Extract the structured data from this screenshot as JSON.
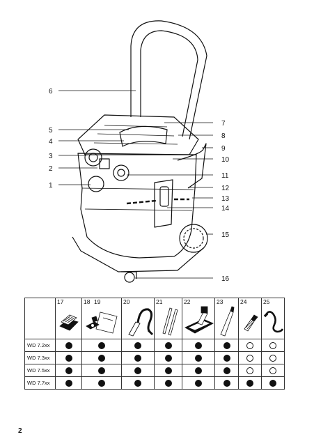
{
  "figure": {
    "callouts": [
      "1",
      "2",
      "3",
      "4",
      "5",
      "6",
      "7",
      "8",
      "9",
      "10",
      "11",
      "12",
      "13",
      "14",
      "15",
      "16"
    ]
  },
  "table": {
    "columns": [
      {
        "number": "17",
        "icon": "filter-cassette-icon"
      },
      {
        "number": "18",
        "number2": "19",
        "icon": "filter-bag-icon"
      },
      {
        "number": "20",
        "icon": "suction-hose-icon"
      },
      {
        "number": "21",
        "icon": "suction-tubes-icon"
      },
      {
        "number": "22",
        "icon": "floor-nozzle-icon"
      },
      {
        "number": "23",
        "icon": "crevice-nozzle-icon"
      },
      {
        "number": "24",
        "icon": "adapter-icon"
      },
      {
        "number": "25",
        "icon": "electric-tool-hose-icon"
      }
    ],
    "rows": [
      {
        "model": "WD 7.2xx",
        "included": [
          true,
          true,
          true,
          true,
          true,
          true,
          false,
          false
        ]
      },
      {
        "model": "WD 7.3xx",
        "included": [
          true,
          true,
          true,
          true,
          true,
          true,
          false,
          false
        ]
      },
      {
        "model": "WD 7.5xx",
        "included": [
          true,
          true,
          true,
          true,
          true,
          true,
          false,
          false
        ]
      },
      {
        "model": "WD 7.7xx",
        "included": [
          true,
          true,
          true,
          true,
          true,
          true,
          true,
          true
        ]
      }
    ]
  },
  "page_number": "2"
}
